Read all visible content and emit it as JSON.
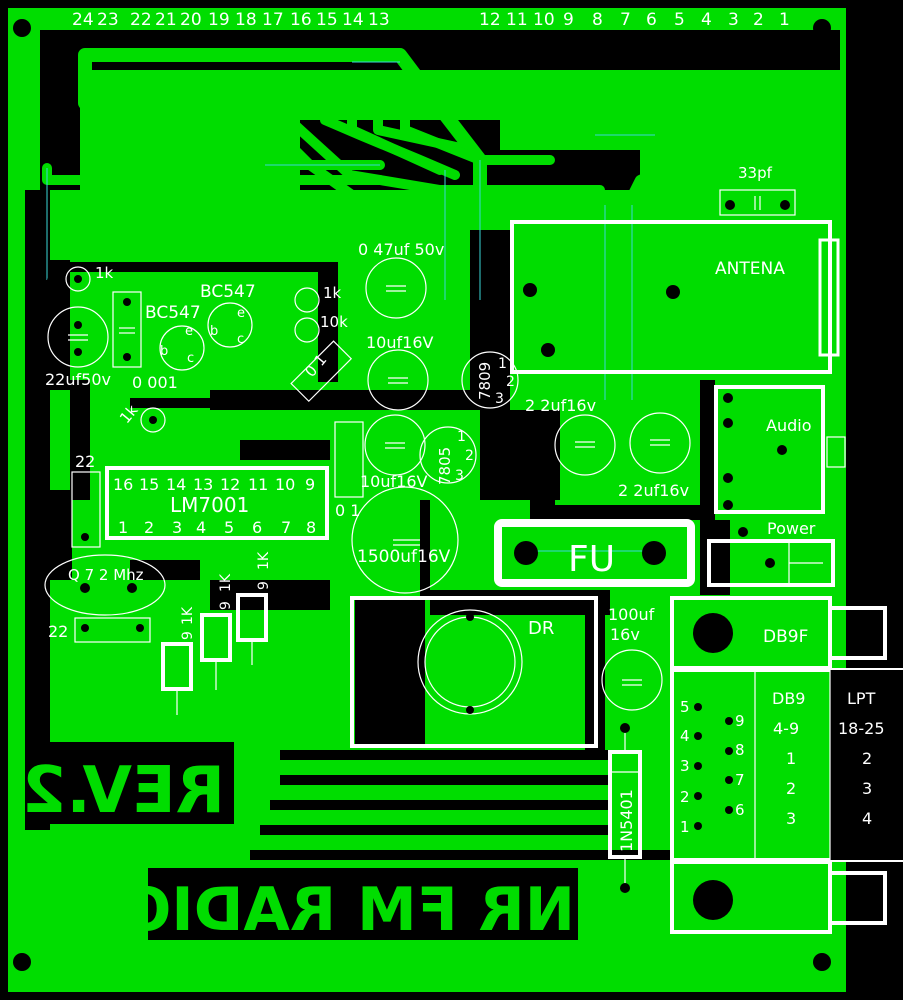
{
  "board": {
    "colors": {
      "copper": "#00dd00",
      "background": "#000000",
      "silkscreen": "#ffffff",
      "airwire": "#3ad8d8"
    },
    "header_pins_left": [
      "24",
      "23",
      "22",
      "21",
      "20",
      "19",
      "18",
      "17",
      "16",
      "15",
      "14",
      "13"
    ],
    "header_pins_right": [
      "12",
      "11",
      "10",
      "9",
      "8",
      "7",
      "6",
      "5",
      "4",
      "3",
      "2",
      "1"
    ],
    "components": {
      "r_1k_a": "1k",
      "q1": "BC547",
      "q2": "BC547",
      "q_e1": "e",
      "q_b1": "b",
      "q_c1": "c",
      "q_e2": "e",
      "q_b2": "b",
      "q_c2": "c",
      "c_22uf50v": "22uf50v",
      "c_0001": "0 001",
      "r_1k_b": "1k",
      "c_22_a": "22",
      "ic_name": "LM7001",
      "ic_pins_top": [
        "16",
        "15",
        "14",
        "13",
        "12",
        "11",
        "10",
        "9"
      ],
      "ic_pins_bottom": [
        "1",
        "2",
        "3",
        "4",
        "5",
        "6",
        "7",
        "8"
      ],
      "crystal": "Q 7 2 Mhz",
      "c_22_b": "22",
      "c_047uf": "0 47uf 50v",
      "r_1k_c": "1k",
      "r_10k": "10k",
      "c_10uf_a": "10uf16V",
      "c_01_a": "0 1",
      "reg_7809": "7809",
      "reg_7809_pins": [
        "1",
        "2",
        "3"
      ],
      "c_10uf_b": "10uf16V",
      "reg_7805": "7805",
      "reg_7805_pins": [
        "1",
        "2",
        "3"
      ],
      "c_01_b": "0 1",
      "c_1500uf": "1500uf16V",
      "r_set": [
        "1K",
        "1K",
        "1K"
      ],
      "r_set_num": [
        "9",
        "9",
        "9"
      ],
      "antenna": "ANTENA",
      "c_33pf": "33pf",
      "c_22uf_a": "2 2uf16v",
      "c_22uf_b": "2 2uf16v",
      "audio": "Audio",
      "power": "Power",
      "fuse": "FU",
      "choke": "DR",
      "c_100uf": "100uf",
      "c_100uf_v": "16v",
      "db9f": "DB9F",
      "header_pins_db": [
        "5",
        "4",
        "3",
        "2",
        "1"
      ],
      "header_pins_db2": [
        "9",
        "8",
        "7",
        "6"
      ],
      "diode": "1N5401"
    },
    "pin_table": {
      "col1_header": "DB9",
      "col1_sub": "4-9",
      "col1_values": [
        "1",
        "2",
        "3"
      ],
      "col2_header": "LPT",
      "col2_sub": "18-25",
      "col2_values": [
        "2",
        "3",
        "4"
      ]
    },
    "revision": "REV.2",
    "title": "NR FM RADIO"
  }
}
